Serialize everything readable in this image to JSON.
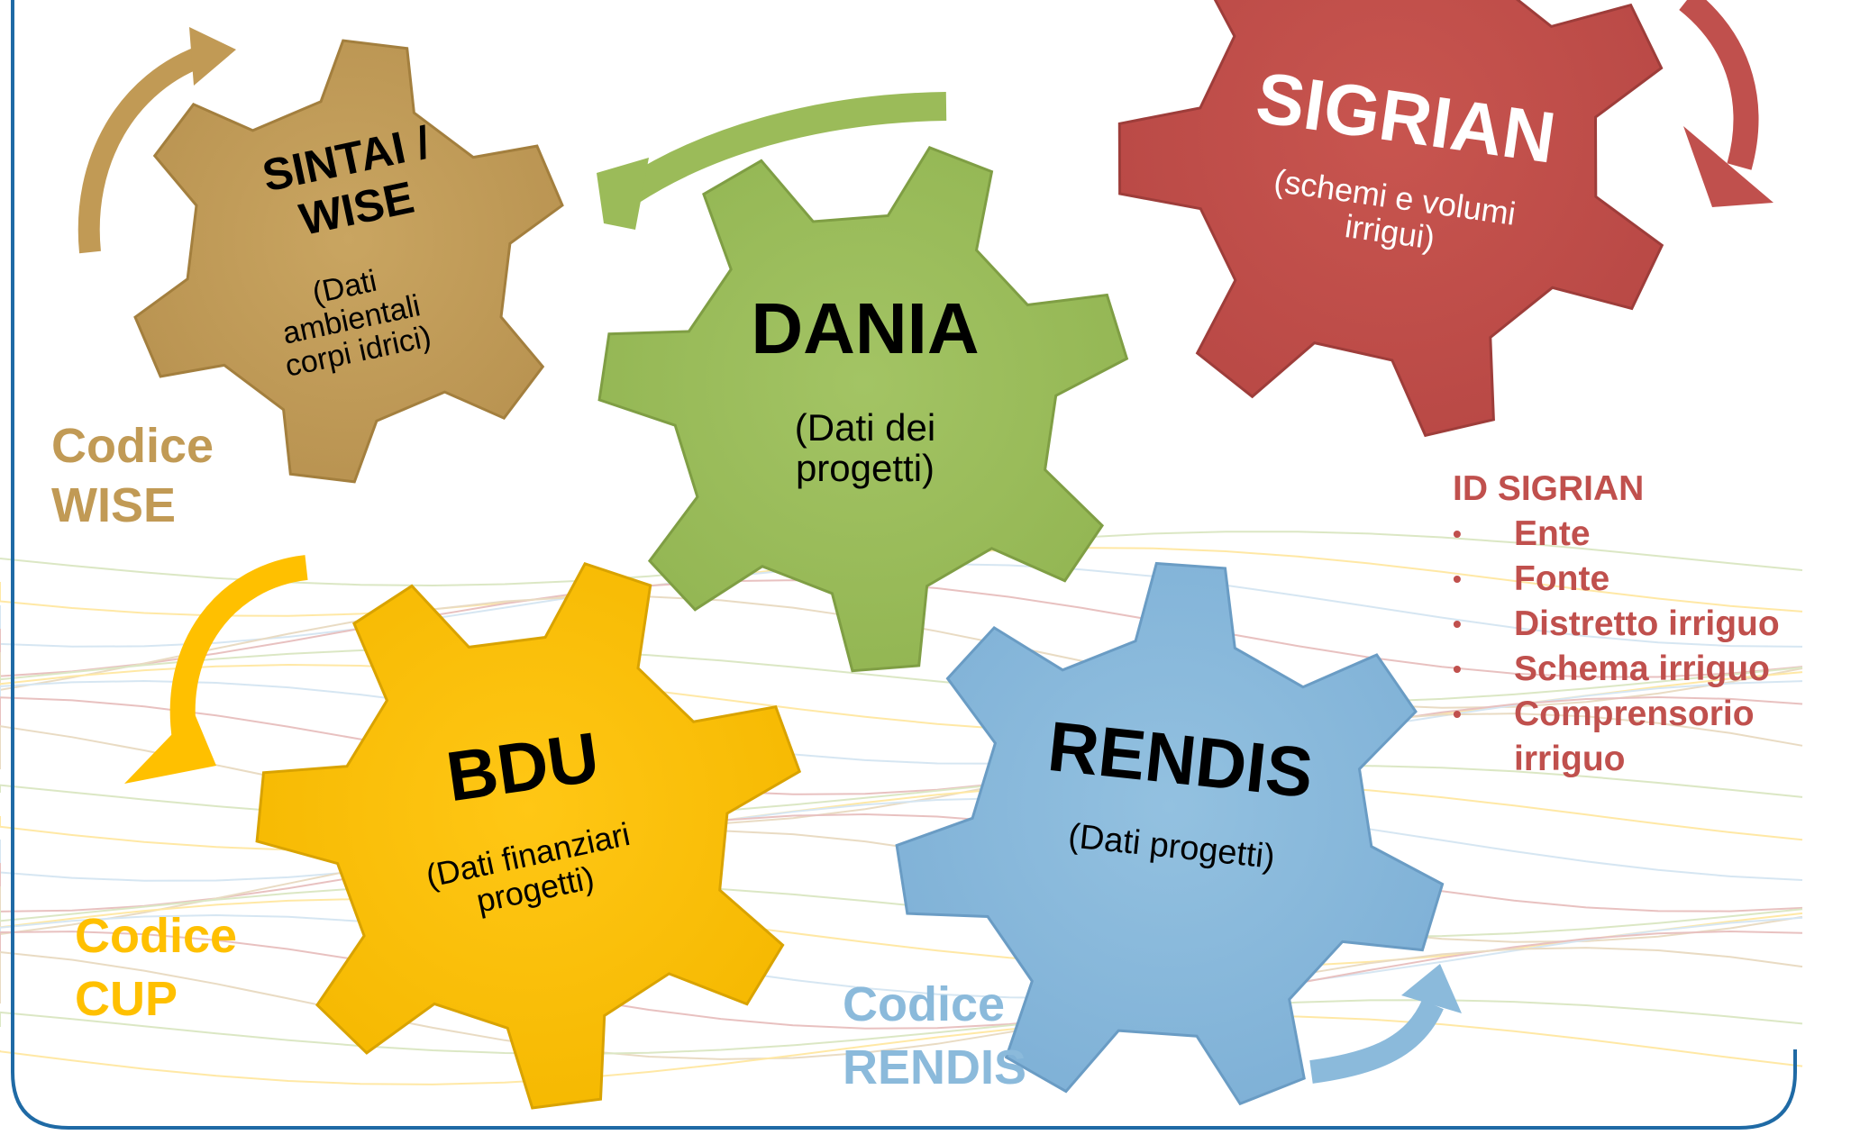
{
  "gears": {
    "sintai": {
      "title_1": "SINTAI /",
      "title_2": "WISE",
      "sub_1": "(Dati",
      "sub_2": "ambientali",
      "sub_3": "corpi idrici)",
      "color": "#c19a55"
    },
    "dania": {
      "title": "DANIA",
      "sub_1": "(Dati dei",
      "sub_2": "progetti)",
      "color": "#9bbb59"
    },
    "sigrian": {
      "title": "SIGRIAN",
      "sub_1": "(schemi e volumi",
      "sub_2": "irrigui)",
      "color": "#c0504d"
    },
    "bdu": {
      "title": "BDU",
      "sub_1": "(Dati finanziari",
      "sub_2": "progetti)",
      "color": "#ffc000"
    },
    "rendis": {
      "title": "RENDIS",
      "sub_1": "(Dati progetti)",
      "color": "#8bbadb"
    }
  },
  "codes": {
    "wise": {
      "line1": "Codice",
      "line2": "WISE",
      "color": "#c19a55"
    },
    "cup": {
      "line1": "Codice",
      "line2": "CUP",
      "color": "#ffc000"
    },
    "rendis": {
      "line1": "Codice",
      "line2": "RENDIS",
      "color": "#8bbadb"
    }
  },
  "id_sigrian": {
    "heading": "ID SIGRIAN",
    "bullet": "•",
    "items": [
      "Ente",
      "Fonte",
      "Distretto irriguo",
      "Schema irriguo",
      "Comprensorio",
      "irriguo"
    ],
    "color": "#c0504d"
  },
  "frame_color": "#1f6aa5"
}
